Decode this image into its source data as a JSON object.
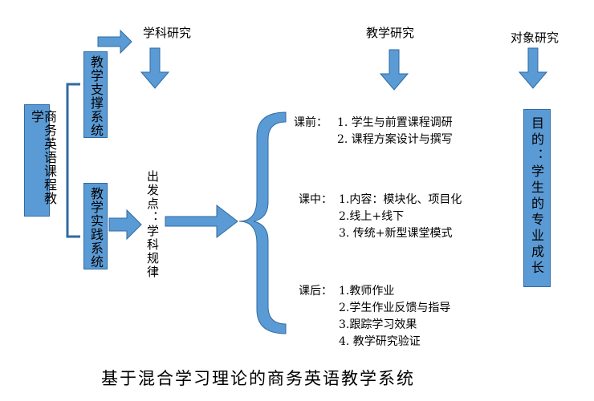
{
  "left_box": {
    "title": "商务英语课程教学"
  },
  "support_box": {
    "title": "教学支撑系统"
  },
  "practice_box": {
    "title": "教学实践系统"
  },
  "discipline_research": {
    "label": "学科研究"
  },
  "starting_point": {
    "label": "出发点：学科规律"
  },
  "teaching_research": {
    "label": "教学研究",
    "before": {
      "prefix": "课前：",
      "items": [
        "1. 学生与前置课程调研",
        "2. 课程方案设计与撰写"
      ]
    },
    "during": {
      "prefix": "课中：",
      "items": [
        "1.内容：模块化、项目化",
        "2.线上+线下",
        "3. 传统+新型课堂模式"
      ]
    },
    "after": {
      "prefix": "课后：",
      "items": [
        "1.教师作业",
        "2.学生作业反馈与指导",
        "3.跟踪学习效果",
        "4. 教学研究验证"
      ]
    }
  },
  "object_research": {
    "label": "对象研究",
    "goal": "目的：学生的专业成长"
  },
  "caption": "基于混合学习理论的商务英语教学系统",
  "colors": {
    "box_fill": "#5b9bd5",
    "box_stroke": "#2f6aa3"
  }
}
